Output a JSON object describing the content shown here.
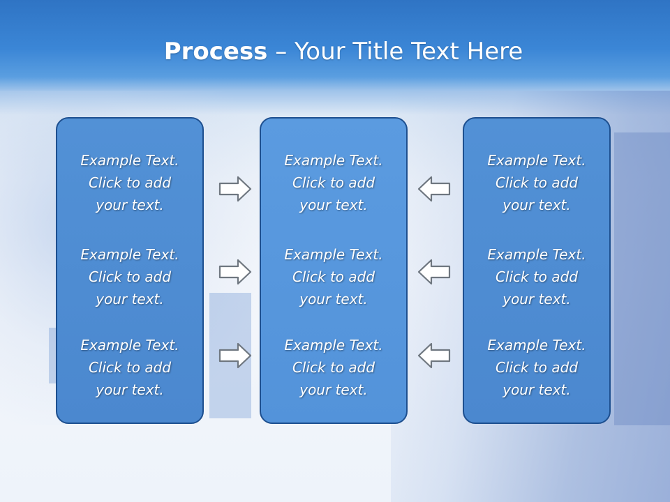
{
  "title": {
    "bold": "Process",
    "rest": " – Your Title Text Here"
  },
  "columns": [
    {
      "items": [
        "Example Text.\nClick  to add\nyour text.",
        "Example Text.\nClick  to add\nyour text.",
        "Example Text.\nClick  to add\nyour text."
      ]
    },
    {
      "items": [
        "Example Text.\nClick  to add\nyour text.",
        "Example Text.\nClick  to add\nyour text.",
        "Example Text.\nClick  to add\nyour text."
      ]
    },
    {
      "items": [
        "Example Text.\nClick  to add\nyour text.",
        "Example Text.\nClick  to add\nyour text.",
        "Example Text.\nClick  to add\nyour text."
      ]
    }
  ],
  "arrows": {
    "left_direction": "right",
    "right_direction": "left",
    "icon_left": "arrow-right-icon",
    "icon_right": "arrow-left-icon"
  },
  "colors": {
    "header": "#3b86d6",
    "panel_fill": "#4e8cd3",
    "panel_border": "#1d4f8f",
    "text": "#ffffff"
  }
}
